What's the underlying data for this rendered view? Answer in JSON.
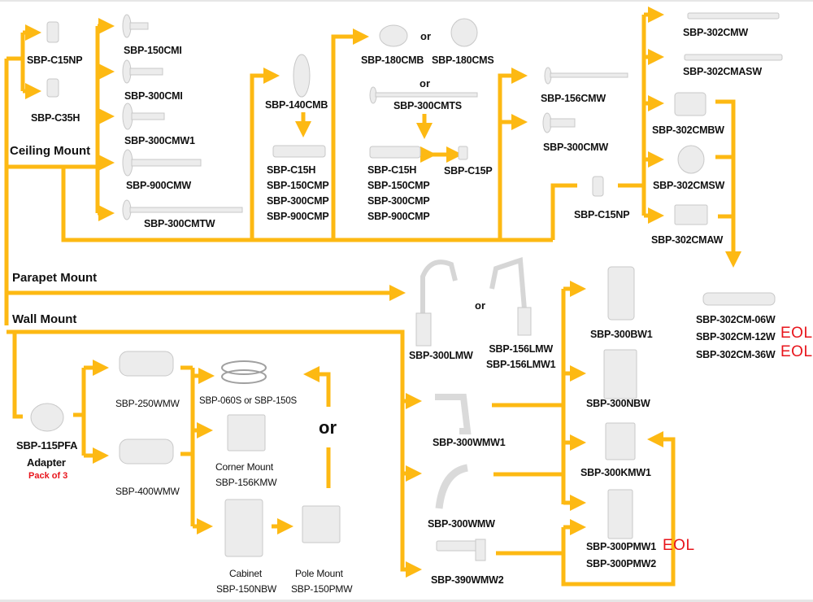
{
  "title": "Camera Mount Compatibility Flowchart",
  "colors": {
    "connector": "#FDB913",
    "eol": "#E8141B",
    "text": "#111111",
    "product": "#E9E9E9"
  },
  "sections": {
    "ceiling": "Ceiling Mount",
    "parapet": "Parapet Mount",
    "wall": "Wall Mount"
  },
  "or_text": "or",
  "eol_text": "EOL",
  "ceiling": {
    "adapters": [
      "SBP-C15NP",
      "SBP-C35H"
    ],
    "pendants": [
      "SBP-150CMI",
      "SBP-300CMI",
      "SBP-300CMW1",
      "SBP-900CMW",
      "SBP-300CMTW"
    ],
    "col3_top": "SBP-140CMB",
    "col3_pipes": [
      "SBP-C15H",
      "SBP-150CMP",
      "SBP-300CMP",
      "SBP-900CMP"
    ],
    "col4_top_a": "SBP-180CMB",
    "col4_top_b": "SBP-180CMS",
    "col4_mid": "SBP-300CMTS",
    "col4_pipes": [
      "SBP-C15H",
      "SBP-150CMP",
      "SBP-300CMP",
      "SBP-900CMP"
    ],
    "col4_side": "SBP-C15P",
    "col5": [
      "SBP-156CMW",
      "SBP-300CMW"
    ],
    "col5_adapter": "SBP-C15NP",
    "col6": [
      "SBP-302CMW",
      "SBP-302CMASW",
      "SBP-302CMBW",
      "SBP-302CMSW",
      "SBP-302CMAW"
    ],
    "extensions": [
      {
        "name": "SBP-302CM-06W",
        "eol": false
      },
      {
        "name": "SBP-302CM-12W",
        "eol": true
      },
      {
        "name": "SBP-302CM-36W",
        "eol": true
      }
    ]
  },
  "parapet": {
    "a": "SBP-300LMW",
    "b": [
      "SBP-156LMW",
      "SBP-156LMW1"
    ]
  },
  "wall": {
    "adapter": "SBP-115PFA",
    "adapter_sub": "Adapter",
    "adapter_note": "Pack of 3",
    "brackets_left": [
      "SBP-250WMW",
      "SBP-400WMW"
    ],
    "straps": "SBP-060S or SBP-150S",
    "corner_title": "Corner Mount",
    "corner": "SBP-156KMW",
    "cabinet_title": "Cabinet",
    "cabinet": "SBP-150NBW",
    "pole_title": "Pole Mount",
    "pole": "SBP-150PMW",
    "brackets_right": [
      "SBP-300WMW1",
      "SBP-300WMW",
      "SBP-390WMW2"
    ],
    "accessories": [
      {
        "name": "SBP-300BW1",
        "eol": false
      },
      {
        "name": "SBP-300NBW",
        "eol": false
      },
      {
        "name": "SBP-300KMW1",
        "eol": false
      }
    ],
    "pole_mounts": [
      {
        "name": "SBP-300PMW1",
        "eol": true
      },
      {
        "name": "SBP-300PMW2",
        "eol": false
      }
    ]
  }
}
